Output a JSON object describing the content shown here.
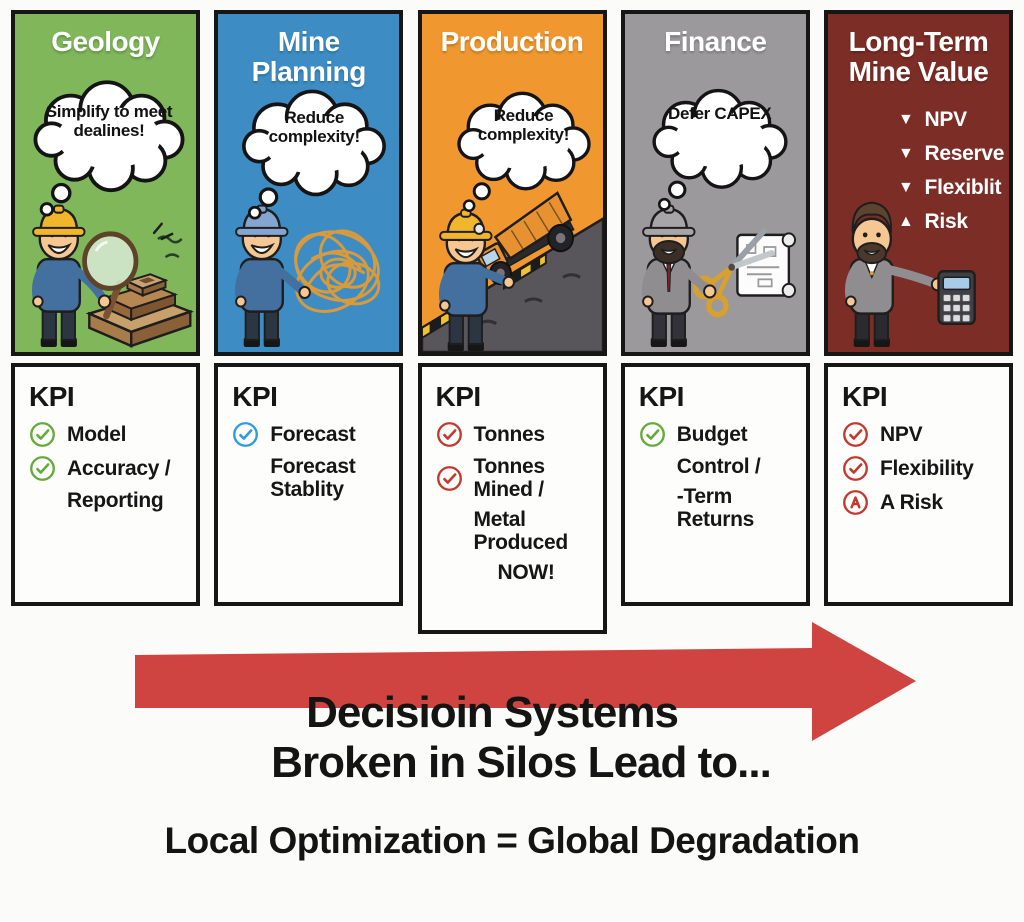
{
  "colors": {
    "geology": "#7fb75a",
    "mine_planning": "#3d8dc4",
    "production": "#f0982f",
    "finance": "#9b999c",
    "long_term": "#7c2d26",
    "arrow": "#cf4440",
    "check_green": "#66a93c",
    "check_blue": "#2e9ae0",
    "check_red": "#c23a2f"
  },
  "columns": [
    {
      "title": "Geology",
      "bubble": "Simplify to meet dealines!",
      "kpi": {
        "heading": "KPI",
        "items": [
          {
            "text": "Model"
          },
          {
            "text": "Accuracy /"
          },
          {
            "text": "Reporting"
          }
        ]
      }
    },
    {
      "title": "Mine Planning",
      "bubble": "Reduce complexity!",
      "kpi": {
        "heading": "KPI",
        "items": [
          {
            "text": "Forecast"
          },
          {
            "text": "Forecast Stablity"
          }
        ]
      }
    },
    {
      "title": "Production",
      "bubble": "Reduce complexity!",
      "kpi": {
        "heading": "KPI",
        "items": [
          {
            "text": "Tonnes"
          },
          {
            "text": "Tonnes Mined /"
          },
          {
            "text": "Metal Produced"
          },
          {
            "text": "NOW!"
          }
        ]
      }
    },
    {
      "title": "Finance",
      "bubble": "Defer CAPEX",
      "kpi": {
        "heading": "KPI",
        "items": [
          {
            "text": "Budget"
          },
          {
            "text": "Control /"
          },
          {
            "text": "-Term Returns"
          }
        ]
      }
    },
    {
      "title": "Long-Term Mine Value",
      "indicators": [
        {
          "glyph": "▼",
          "label": "NPV"
        },
        {
          "glyph": "▼",
          "label": "Reserve"
        },
        {
          "glyph": "▼",
          "label": "Flexiblit"
        },
        {
          "glyph": "▲",
          "label": "Risk"
        }
      ],
      "kpi": {
        "heading": "KPI",
        "items": [
          {
            "text": "NPV"
          },
          {
            "text": "Flexibility"
          },
          {
            "text": "A Risk"
          }
        ]
      }
    }
  ],
  "footer": {
    "line1": "Decisioin Systems",
    "line2": "Broken in Silos Lead to...",
    "line3": "Local Optimization = Global Degradation"
  }
}
